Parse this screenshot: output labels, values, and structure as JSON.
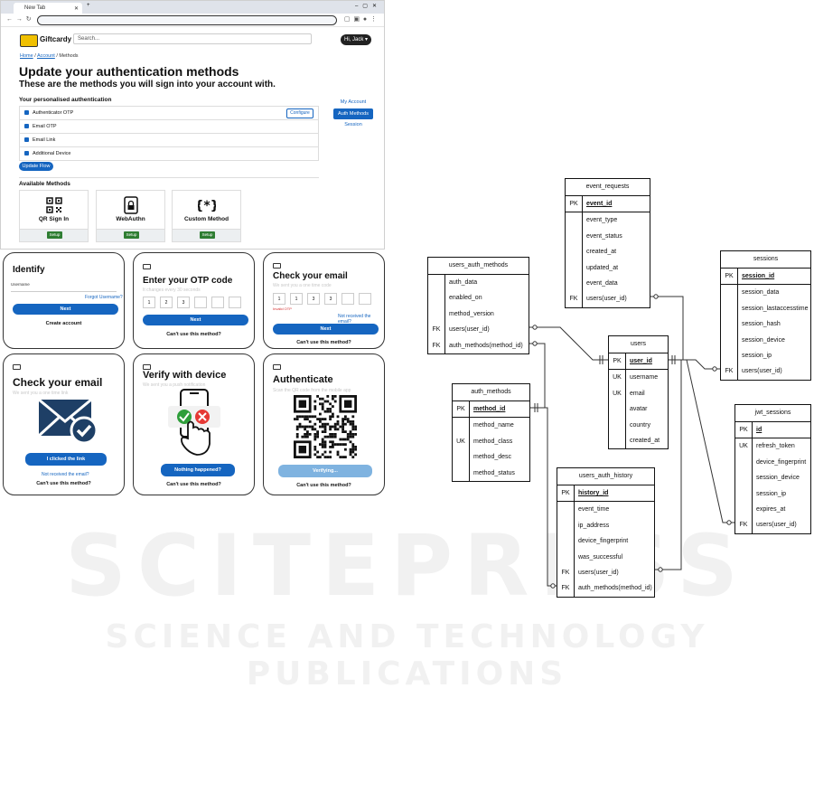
{
  "browser": {
    "tab_title": "New Tab",
    "brand": "Giftcardy",
    "search_placeholder": "Search...",
    "user_button": "Hi, Jack ▾",
    "breadcrumb": [
      "Home",
      "Account",
      "Methods"
    ],
    "page_title": "Update your authentication methods",
    "page_subtitle": "These are the methods you will sign into your account with.",
    "personalised_heading": "Your personalised authentication",
    "methods": [
      {
        "label": "Authenticator OTP",
        "checked": true,
        "action": "Configure"
      },
      {
        "label": "Email OTP",
        "checked": true
      },
      {
        "label": "Email Link",
        "checked": true
      },
      {
        "label": "Additional Device",
        "checked": true
      }
    ],
    "side_nav": {
      "my_account": "My Account",
      "auth_methods": "Auth Methods",
      "session": "Session"
    },
    "update_button": "Update Flow",
    "available_heading": "Available Methods",
    "available_methods": [
      {
        "label": "QR Sign In",
        "action": "Setup"
      },
      {
        "label": "WebAuthn",
        "action": "Setup"
      },
      {
        "label": "Custom Method",
        "action": "Setup"
      }
    ]
  },
  "panels": {
    "identify": {
      "title": "Identify",
      "field_label": "Username",
      "forgot": "Forgot Username?",
      "button": "Next",
      "create": "Create account"
    },
    "otp": {
      "title": "Enter your OTP code",
      "subtitle": "It changes every 30 seconds",
      "digits": [
        "1",
        "2",
        "3",
        "",
        "",
        ""
      ],
      "button": "Next",
      "cant": "Can't use this method?"
    },
    "email_code": {
      "title": "Check your email",
      "subtitle": "We sent you a one time code",
      "digits": [
        "1",
        "1",
        "3",
        "3",
        "",
        ""
      ],
      "error": "Invalid OTP",
      "resend": "Not received the email?",
      "button": "Next",
      "cant": "Can't use this method?"
    },
    "email_link": {
      "title": "Check your email",
      "subtitle": "We sent you a one time link",
      "button": "I clicked the link",
      "resend": "Not received the email?",
      "cant": "Can't use this method?"
    },
    "device": {
      "title": "Verify with device",
      "subtitle": "We sent you a push notification",
      "button": "Nothing happened?",
      "cant": "Can't use this method?"
    },
    "qr": {
      "title": "Authenticate",
      "subtitle": "Scan the QR code from the mobile app",
      "button": "Verifying...",
      "cant": "Can't use this method?"
    }
  },
  "watermark": {
    "line1": "SCITEPRESS",
    "line2": "SCIENCE AND TECHNOLOGY PUBLICATIONS"
  },
  "er_tables": {
    "event_requests": {
      "name": "event_requests",
      "rows": [
        {
          "key": "PK",
          "field": "event_id"
        },
        {
          "key": "",
          "field": "event_type"
        },
        {
          "key": "",
          "field": "event_status"
        },
        {
          "key": "",
          "field": "created_at"
        },
        {
          "key": "",
          "field": "updated_at"
        },
        {
          "key": "",
          "field": "event_data"
        },
        {
          "key": "FK",
          "field": "users(user_id)"
        }
      ]
    },
    "sessions": {
      "name": "sessions",
      "rows": [
        {
          "key": "PK",
          "field": "session_id"
        },
        {
          "key": "",
          "field": "session_data"
        },
        {
          "key": "",
          "field": "session_lastaccesstime"
        },
        {
          "key": "",
          "field": "session_hash"
        },
        {
          "key": "",
          "field": "session_device"
        },
        {
          "key": "",
          "field": "session_ip"
        },
        {
          "key": "FK",
          "field": "users(user_id)"
        }
      ]
    },
    "users_auth_methods": {
      "name": "users_auth_methods",
      "rows": [
        {
          "key": "",
          "field": "auth_data"
        },
        {
          "key": "",
          "field": "enabled_on"
        },
        {
          "key": "",
          "field": "method_version"
        },
        {
          "key": "FK",
          "field": "users(user_id)"
        },
        {
          "key": "FK",
          "field": "auth_methods(method_id)"
        }
      ]
    },
    "users": {
      "name": "users",
      "rows": [
        {
          "key": "PK",
          "field": "user_id"
        },
        {
          "key": "UK",
          "field": "username"
        },
        {
          "key": "UK",
          "field": "email"
        },
        {
          "key": "",
          "field": "avatar"
        },
        {
          "key": "",
          "field": "country"
        },
        {
          "key": "",
          "field": "created_at"
        }
      ]
    },
    "auth_methods": {
      "name": "auth_methods",
      "rows": [
        {
          "key": "PK",
          "field": "method_id"
        },
        {
          "key": "",
          "field": "method_name"
        },
        {
          "key": "UK",
          "field": "method_class"
        },
        {
          "key": "",
          "field": "method_desc"
        },
        {
          "key": "",
          "field": "method_status"
        }
      ]
    },
    "jwt_sessions": {
      "name": "jwt_sessions",
      "rows": [
        {
          "key": "PK",
          "field": "id"
        },
        {
          "key": "UK",
          "field": "refresh_token"
        },
        {
          "key": "",
          "field": "device_fingerprint"
        },
        {
          "key": "",
          "field": "session_device"
        },
        {
          "key": "",
          "field": "session_ip"
        },
        {
          "key": "",
          "field": "expires_at"
        },
        {
          "key": "FK",
          "field": "users(user_id)"
        }
      ]
    },
    "users_auth_history": {
      "name": "users_auth_history",
      "rows": [
        {
          "key": "PK",
          "field": "history_id"
        },
        {
          "key": "",
          "field": "event_time"
        },
        {
          "key": "",
          "field": "ip_address"
        },
        {
          "key": "",
          "field": "device_fingerprint"
        },
        {
          "key": "",
          "field": "was_successful"
        },
        {
          "key": "FK",
          "field": "users(user_id)"
        },
        {
          "key": "FK",
          "field": "auth_methods(method_id)"
        }
      ]
    }
  }
}
